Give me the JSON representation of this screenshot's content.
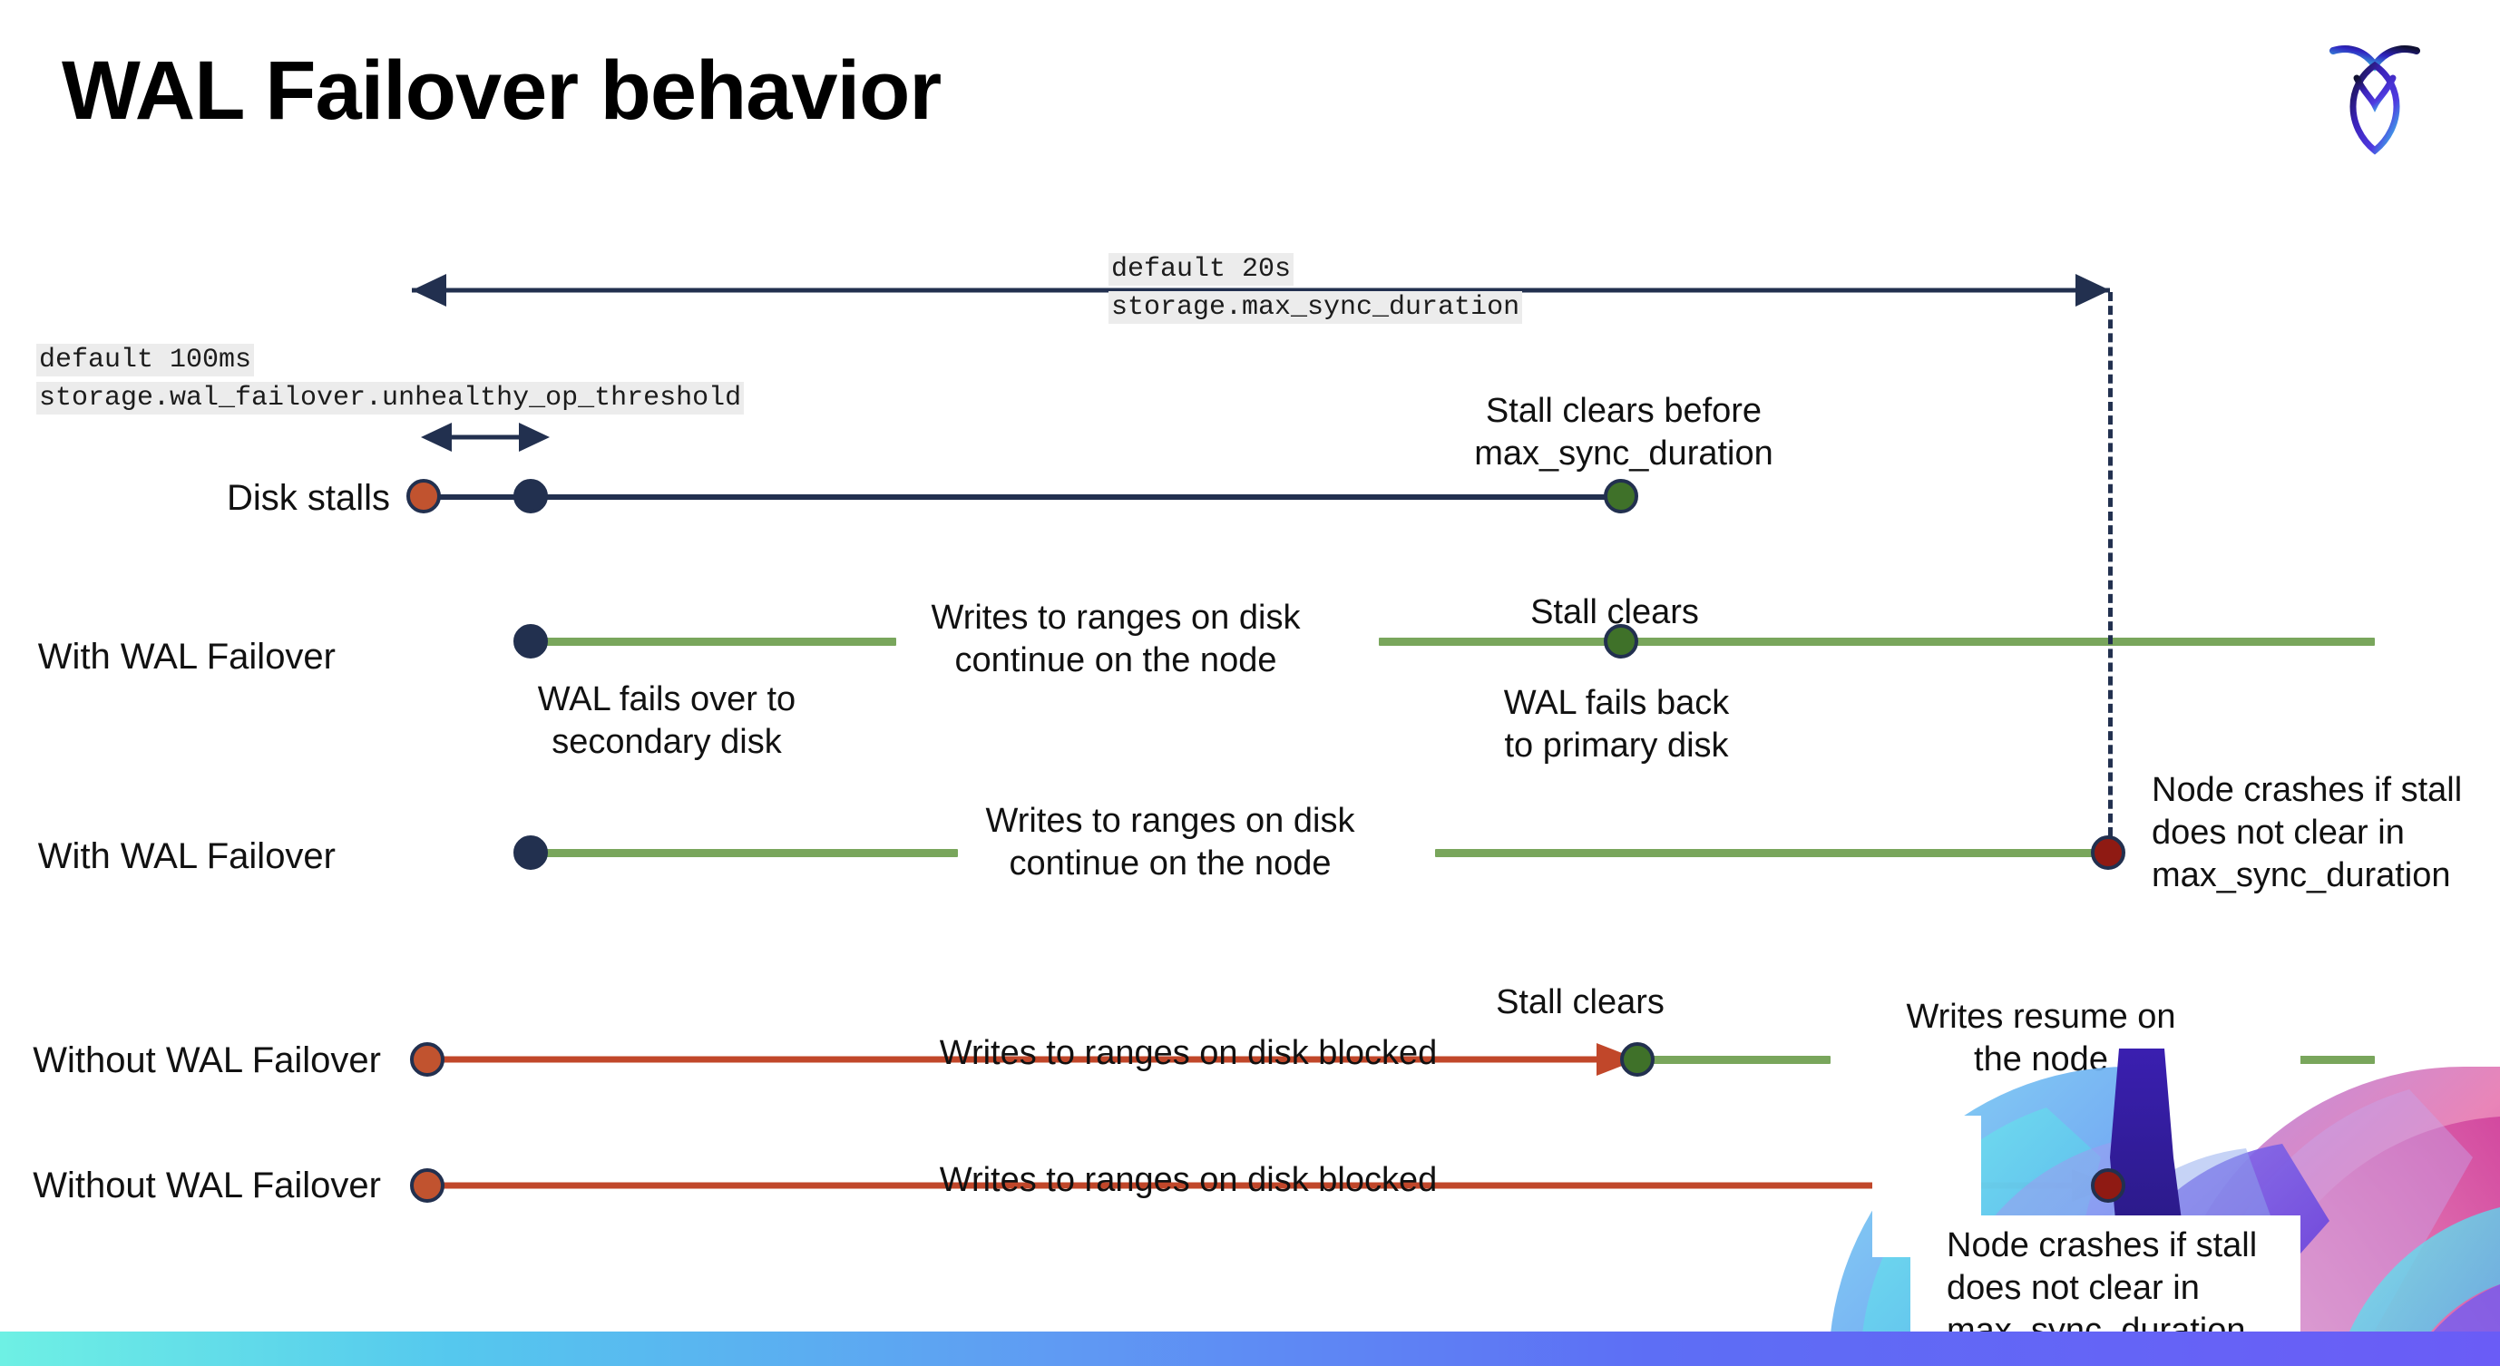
{
  "slide": {
    "title": "WAL Failover behavior",
    "logo_name": "cockroachdb-logo"
  },
  "settings": {
    "max_sync": {
      "default_line": "default 20s",
      "setting_line": "storage.max_sync_duration"
    },
    "unhealthy_op": {
      "default_line": "default 100ms",
      "setting_line": "storage.wal_failover.unhealthy_op_threshold"
    }
  },
  "rows": [
    {
      "label": "Disk stalls"
    },
    {
      "label": "With WAL Failover"
    },
    {
      "label": "With WAL Failover"
    },
    {
      "label": "Without WAL Failover"
    },
    {
      "label": "Without WAL Failover"
    }
  ],
  "annotations": {
    "stall_clears_before": "Stall clears before\nmax_sync_duration",
    "writes_continue_1": "Writes to ranges on disk\ncontinue on the node",
    "stall_clears_2": "Stall clears",
    "wal_fails_over": "WAL fails over to\nsecondary disk",
    "wal_fails_back": "WAL fails  back\nto primary disk",
    "writes_continue_2": "Writes to ranges on disk\ncontinue on the node",
    "node_crashes_1": "Node crashes if stall\ndoes not clear in\nmax_sync_duration",
    "stall_clears_3": "Stall clears",
    "writes_blocked_1": "Writes to ranges on disk  blocked",
    "writes_resume": "Writes resume on\nthe node",
    "writes_blocked_2": "Writes to ranges on disk  blocked",
    "node_crashes_2": "Node crashes if stall\ndoes not clear in\nmax_sync_duration"
  },
  "colors": {
    "navy": "#22304f",
    "green_line": "#79a65c",
    "green_dot": "#3f7129",
    "orange": "#c1532f",
    "red_line": "#c1472a",
    "dark_red": "#8f1a13",
    "code_bg": "#ececec",
    "bar_cyan": "#6ef0e4",
    "bar_purple": "#6a5cf6"
  }
}
